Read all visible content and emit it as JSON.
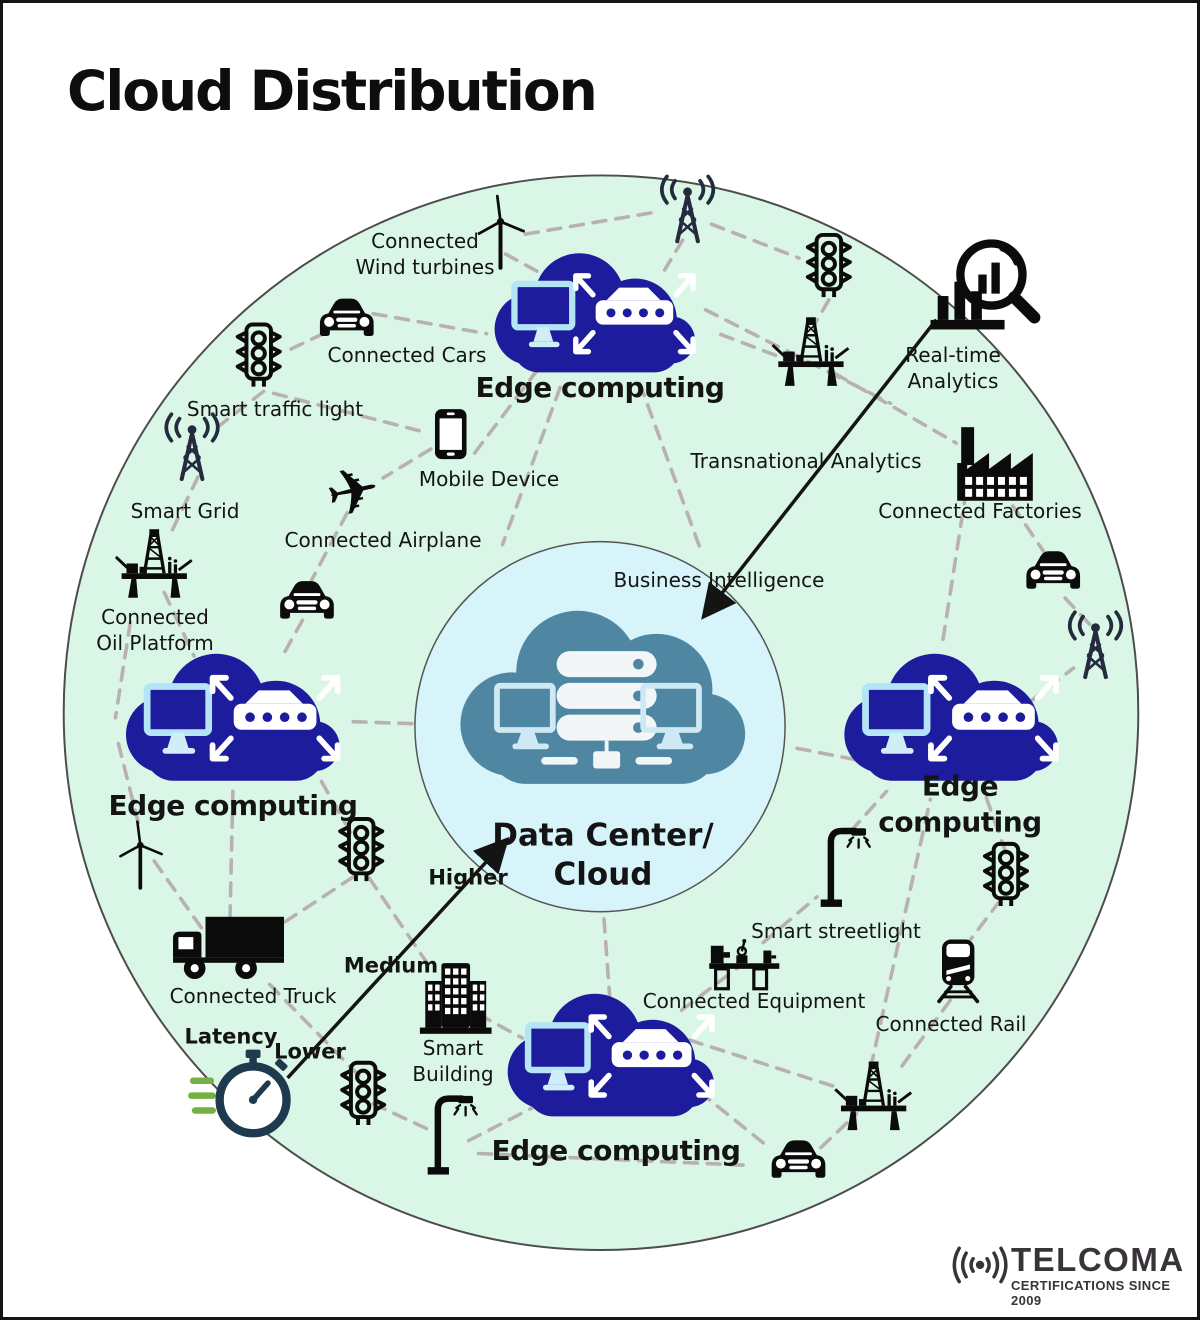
{
  "title": "Cloud Distribution",
  "colors": {
    "outer_circle_fill": "#d9f6e7",
    "inner_circle_fill": "#d6f4f9",
    "edge_cloud_fill": "#1c1c9c",
    "center_cloud_fill": "#4f87a3",
    "dashed_link": "#b9b1b1",
    "icon_black": "#0b0b0b",
    "tower_navy": "#232b3d",
    "stopwatch_navy": "#1d3a4e",
    "stopwatch_green": "#74b043",
    "monitor_light_blue": "#b5e4f6",
    "logo_gray": "#39333a"
  },
  "center": {
    "label": "Data Center/\nCloud",
    "icon": "data-center-cloud-icon"
  },
  "edge_clouds": [
    {
      "position": "top",
      "label": "Edge computing"
    },
    {
      "position": "left",
      "label": "Edge computing"
    },
    {
      "position": "right",
      "label": "Edge computing"
    },
    {
      "position": "bottom",
      "label": "Edge computing"
    }
  ],
  "annotations": {
    "business_intelligence": "Business Intelligence",
    "transnational_analytics": "Transnational Analytics",
    "real_time_analytics": "Real-time\nAnalytics"
  },
  "latency": {
    "label": "Latency",
    "levels": [
      "Lower",
      "Medium",
      "Higher"
    ],
    "icon": "stopwatch-icon"
  },
  "nodes": [
    {
      "id": "connected-wind-turbines",
      "label": "Connected\nWind turbines",
      "icon": "wind-turbine-icon"
    },
    {
      "id": "connected-cars",
      "label": "Connected Cars",
      "icon": "car-icon"
    },
    {
      "id": "smart-traffic-light",
      "label": "Smart traffic light",
      "icon": "traffic-light-icon"
    },
    {
      "id": "smart-grid",
      "label": "Smart Grid",
      "icon": "cell-tower-icon"
    },
    {
      "id": "connected-oil-platform",
      "label": "Connected\nOil Platform",
      "icon": "oil-platform-icon"
    },
    {
      "id": "mobile-device",
      "label": "Mobile Device",
      "icon": "smartphone-icon"
    },
    {
      "id": "connected-airplane",
      "label": "Connected Airplane",
      "icon": "airplane-icon"
    },
    {
      "id": "connected-factories",
      "label": "Connected Factories",
      "icon": "factory-icon"
    },
    {
      "id": "connected-truck",
      "label": "Connected Truck",
      "icon": "truck-icon"
    },
    {
      "id": "smart-building",
      "label": "Smart\nBuilding",
      "icon": "building-icon"
    },
    {
      "id": "connected-equipment",
      "label": "Connected Equipment",
      "icon": "machine-icon"
    },
    {
      "id": "smart-streetlight",
      "label": "Smart streetlight",
      "icon": "street-lamp-icon"
    },
    {
      "id": "connected-rail",
      "label": "Connected Rail",
      "icon": "train-icon"
    }
  ],
  "decorative_icons": [
    "cell-tower-icon",
    "traffic-light-icon",
    "car-icon",
    "oil-platform-icon",
    "wind-turbine-icon",
    "street-lamp-icon",
    "magnifier-bar-chart-icon",
    "radio-signal-icon"
  ],
  "logo": {
    "brand": "TELCOMA",
    "tagline": "CERTIFICATIONS SINCE 2009",
    "icon": "radio-signal-icon"
  }
}
